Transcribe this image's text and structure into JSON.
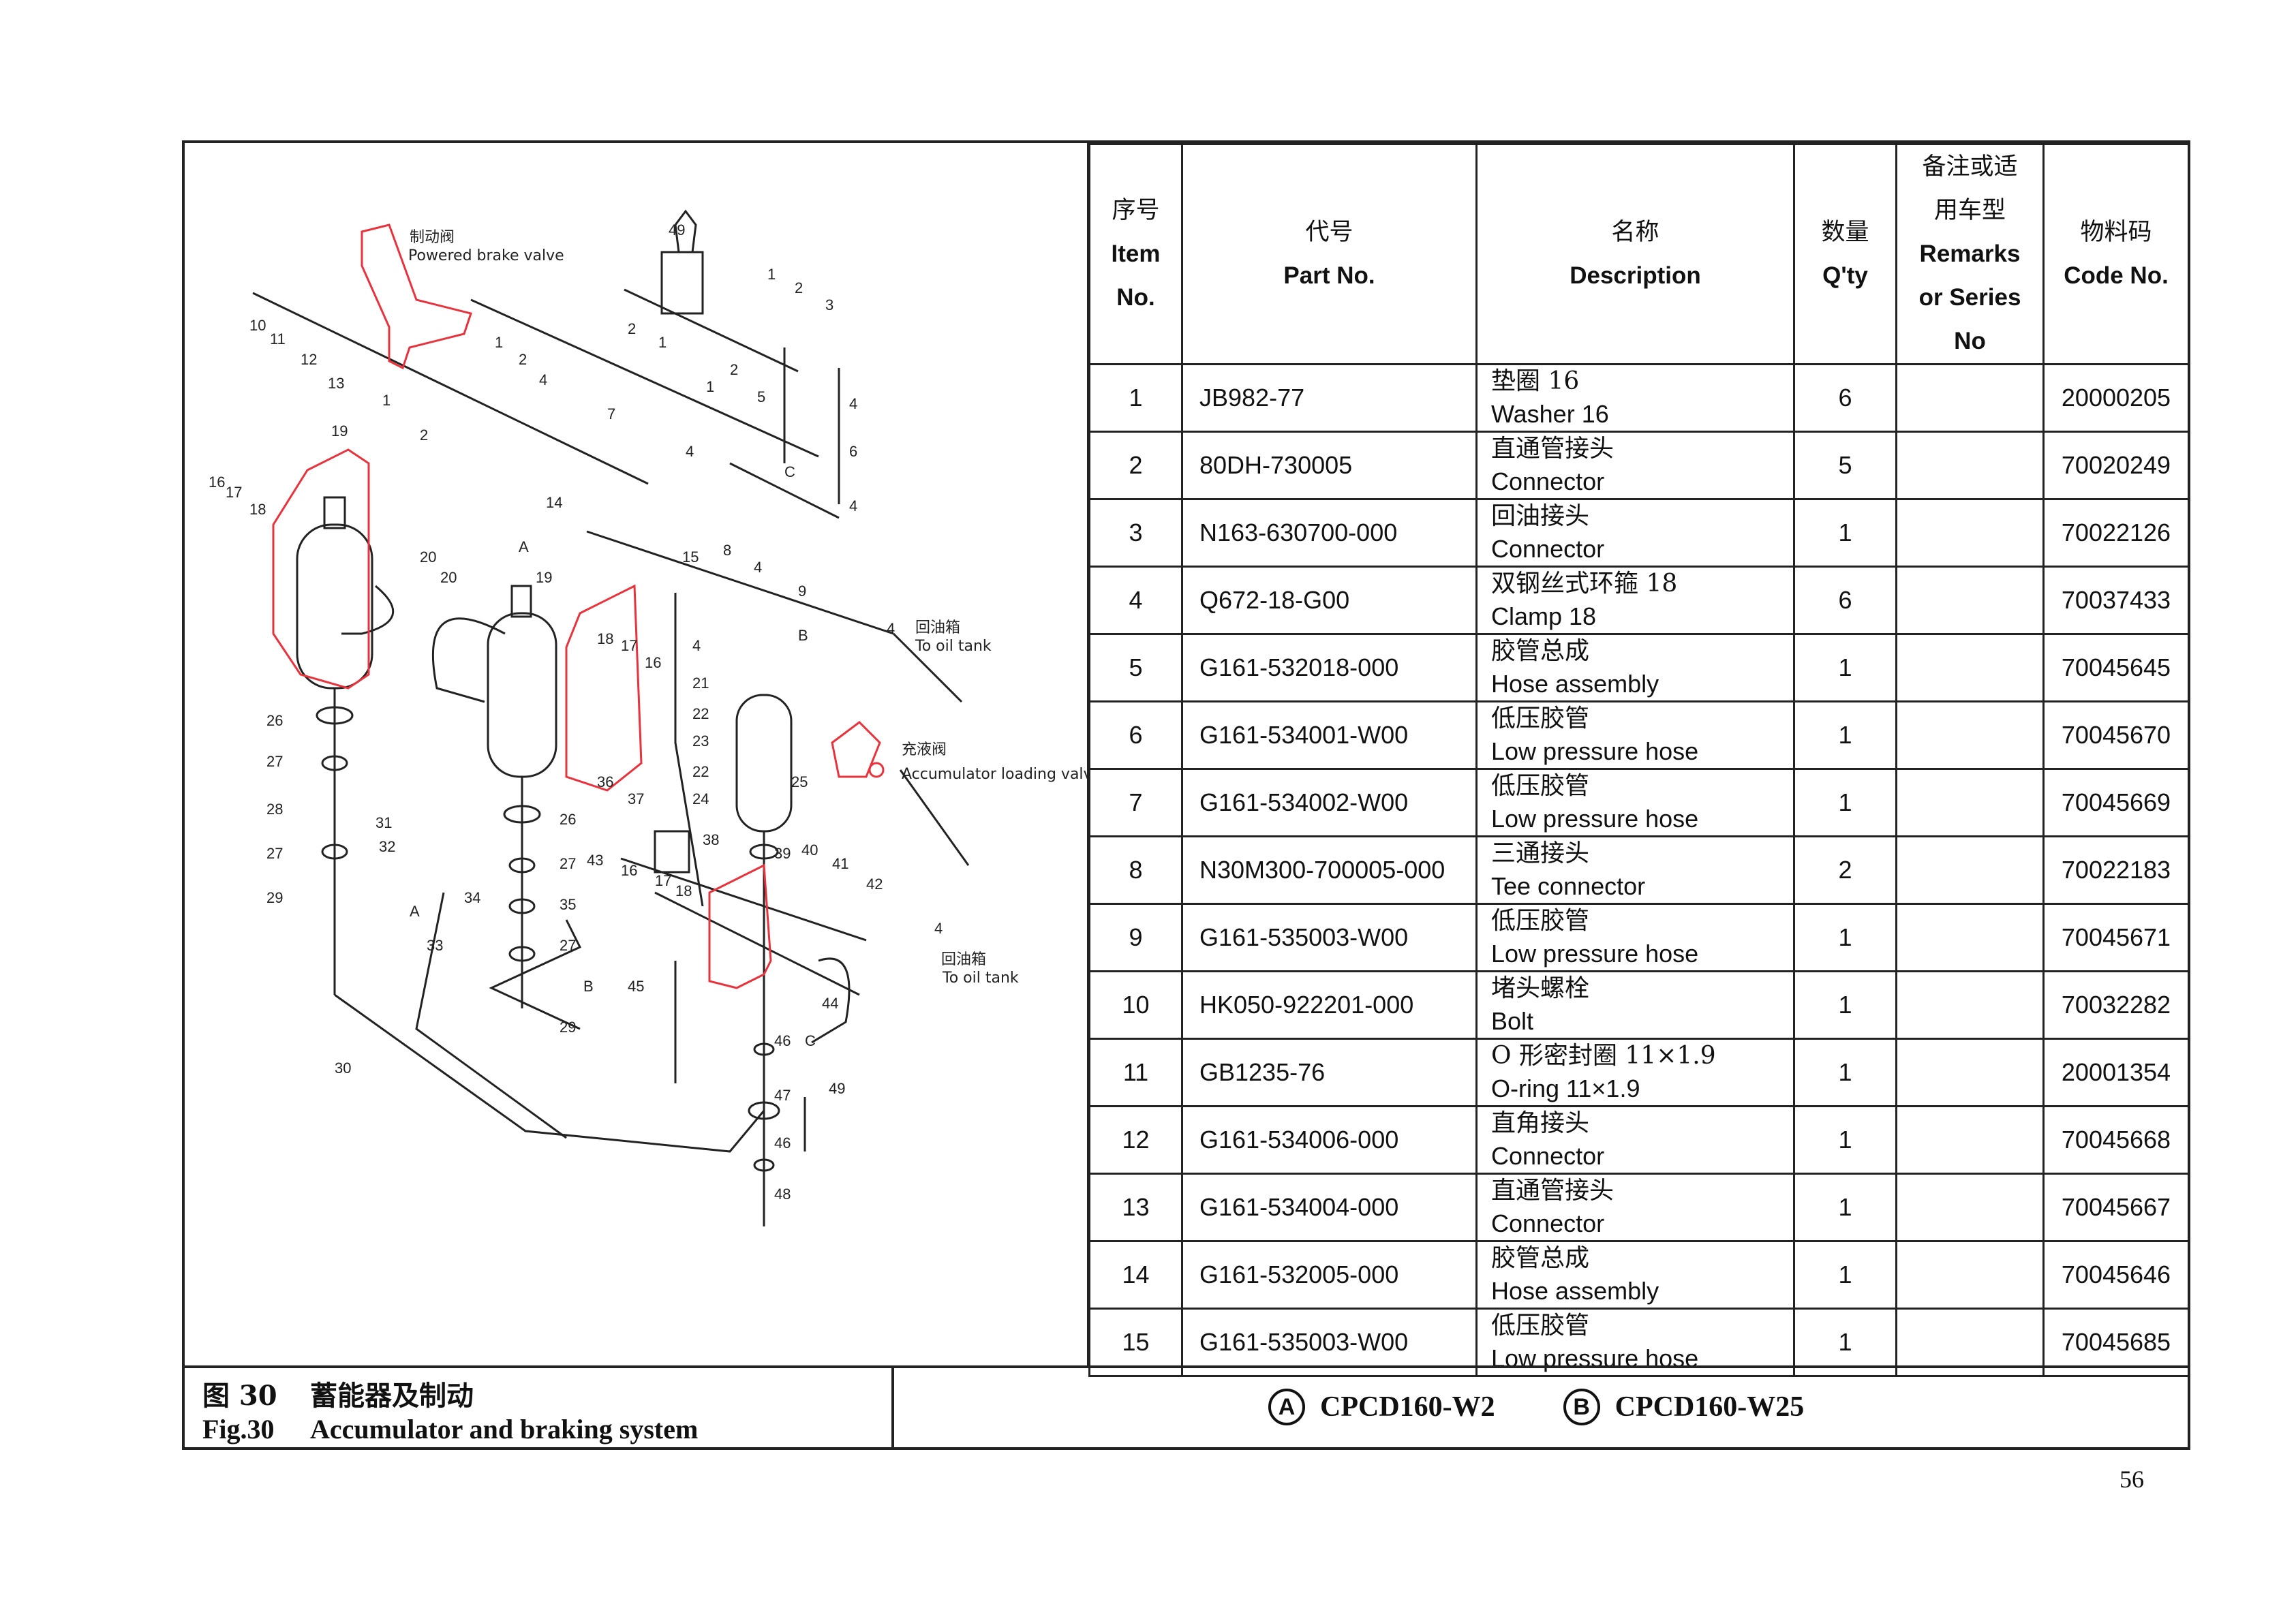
{
  "diagram": {
    "labels": {
      "brake_valve_zh": "制动阀",
      "brake_valve_en": "Powered brake valve",
      "oil_tank_zh_1": "回油箱",
      "oil_tank_en_1": "To oil tank",
      "loading_valve_zh": "充液阀",
      "loading_valve_en": "Accumulator loading valve",
      "oil_tank_zh_2": "回油箱",
      "oil_tank_en_2": "To oil tank"
    },
    "callouts": [
      "10",
      "11",
      "12",
      "13",
      "1",
      "2",
      "1",
      "2",
      "4",
      "7",
      "14",
      "19",
      "16",
      "17",
      "18",
      "20",
      "20",
      "19",
      "A",
      "4",
      "15",
      "8",
      "4",
      "9",
      "4",
      "B",
      "18",
      "17",
      "16",
      "4",
      "21",
      "22",
      "23",
      "22",
      "24",
      "25",
      "36",
      "37",
      "38",
      "26",
      "26",
      "27",
      "28",
      "31",
      "32",
      "27",
      "29",
      "33",
      "A",
      "34",
      "35",
      "27",
      "43",
      "16",
      "17",
      "18",
      "39",
      "40",
      "41",
      "42",
      "4",
      "44",
      "45",
      "46",
      "C",
      "47",
      "46",
      "48",
      "49",
      "30",
      "29",
      "B",
      "C",
      "49",
      "1",
      "2",
      "3",
      "2",
      "1",
      "2",
      "1",
      "5",
      "4",
      "6",
      "4"
    ]
  },
  "table": {
    "headers": {
      "item_zh": "序号",
      "item_en1": "Item",
      "item_en2": "No.",
      "part_zh": "代号",
      "part_en": "Part No.",
      "desc_zh": "名称",
      "desc_en": "Description",
      "qty_zh": "数量",
      "qty_en": "Q'ty",
      "remarks_zh1": "备注或适",
      "remarks_zh2": "用车型",
      "remarks_en1": "Remarks",
      "remarks_en2": "or Series",
      "remarks_en3": "No",
      "code_zh": "物料码",
      "code_en": "Code No."
    },
    "rows": [
      {
        "item": "1",
        "part": "JB982-77",
        "desc_zh": "垫圈 16",
        "desc_en": "Washer 16",
        "qty": "6",
        "remarks": "",
        "code": "20000205"
      },
      {
        "item": "2",
        "part": "80DH-730005",
        "desc_zh": "直通管接头",
        "desc_en": "Connector",
        "qty": "5",
        "remarks": "",
        "code": "70020249"
      },
      {
        "item": "3",
        "part": "N163-630700-000",
        "desc_zh": "回油接头",
        "desc_en": "Connector",
        "qty": "1",
        "remarks": "",
        "code": "70022126"
      },
      {
        "item": "4",
        "part": "Q672-18-G00",
        "desc_zh": "双钢丝式环箍 18",
        "desc_en": "Clamp 18",
        "qty": "6",
        "remarks": "",
        "code": "70037433"
      },
      {
        "item": "5",
        "part": "G161-532018-000",
        "desc_zh": "胶管总成",
        "desc_en": "Hose assembly",
        "qty": "1",
        "remarks": "",
        "code": "70045645"
      },
      {
        "item": "6",
        "part": "G161-534001-W00",
        "desc_zh": "低压胶管",
        "desc_en": "Low pressure hose",
        "qty": "1",
        "remarks": "",
        "code": "70045670"
      },
      {
        "item": "7",
        "part": "G161-534002-W00",
        "desc_zh": "低压胶管",
        "desc_en": "Low pressure hose",
        "qty": "1",
        "remarks": "",
        "code": "70045669"
      },
      {
        "item": "8",
        "part": "N30M300-700005-000",
        "desc_zh": "三通接头",
        "desc_en": "Tee connector",
        "qty": "2",
        "remarks": "",
        "code": "70022183"
      },
      {
        "item": "9",
        "part": "G161-535003-W00",
        "desc_zh": "低压胶管",
        "desc_en": "Low pressure hose",
        "qty": "1",
        "remarks": "",
        "code": "70045671"
      },
      {
        "item": "10",
        "part": "HK050-922201-000",
        "desc_zh": "堵头螺栓",
        "desc_en": "Bolt",
        "qty": "1",
        "remarks": "",
        "code": "70032282"
      },
      {
        "item": "11",
        "part": "GB1235-76",
        "desc_zh": "O 形密封圈 11×1.9",
        "desc_en": "O-ring 11×1.9",
        "qty": "1",
        "remarks": "",
        "code": "20001354"
      },
      {
        "item": "12",
        "part": "G161-534006-000",
        "desc_zh": "直角接头",
        "desc_en": "Connector",
        "qty": "1",
        "remarks": "",
        "code": "70045668"
      },
      {
        "item": "13",
        "part": "G161-534004-000",
        "desc_zh": "直通管接头",
        "desc_en": "Connector",
        "qty": "1",
        "remarks": "",
        "code": "70045667"
      },
      {
        "item": "14",
        "part": "G161-532005-000",
        "desc_zh": "胶管总成",
        "desc_en": "Hose assembly",
        "qty": "1",
        "remarks": "",
        "code": "70045646"
      },
      {
        "item": "15",
        "part": "G161-535003-W00",
        "desc_zh": "低压胶管",
        "desc_en": "Low pressure hose",
        "qty": "1",
        "remarks": "",
        "code": "70045685"
      }
    ]
  },
  "footer": {
    "fig_zh_num": "图 30",
    "fig_zh_title": "蓄能器及制动",
    "fig_en_num": "Fig.30",
    "fig_en_title": "Accumulator and braking system",
    "series": [
      {
        "mark": "A",
        "model": "CPCD160-W2"
      },
      {
        "mark": "B",
        "model": "CPCD160-W25"
      }
    ]
  },
  "page_number": "56",
  "colors": {
    "highlight": "#e8323c",
    "line": "#222222"
  }
}
